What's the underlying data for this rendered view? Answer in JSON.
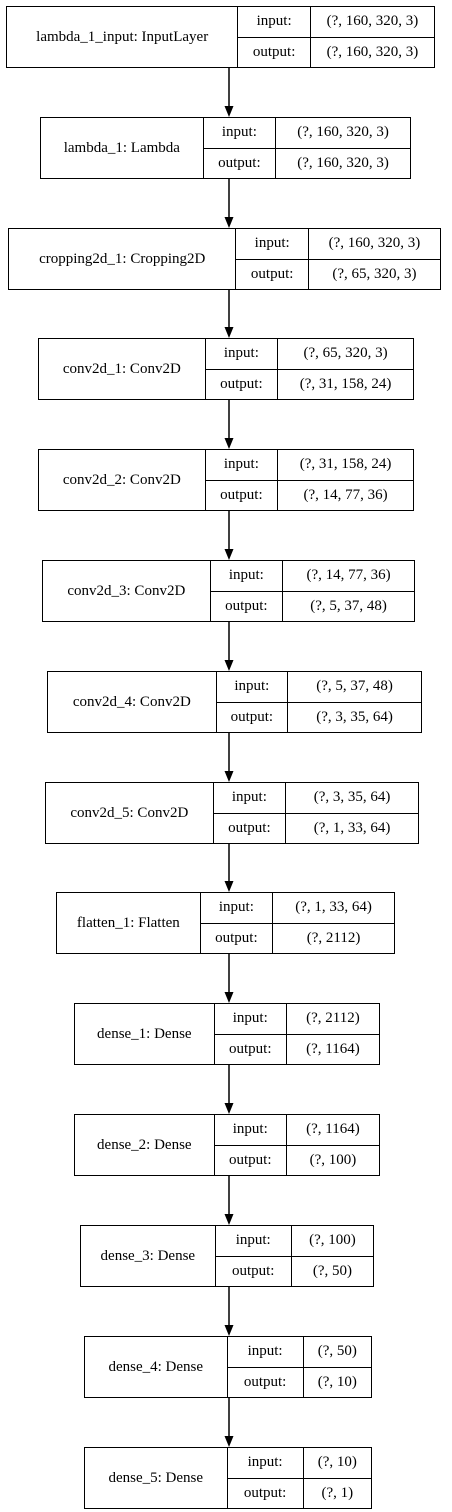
{
  "labels": {
    "input": "input:",
    "output": "output:"
  },
  "layers": [
    {
      "name": "lambda_1_input: InputLayer",
      "input": "(?, 160, 320, 3)",
      "output": "(?, 160, 320, 3)"
    },
    {
      "name": "lambda_1: Lambda",
      "input": "(?, 160, 320, 3)",
      "output": "(?, 160, 320, 3)"
    },
    {
      "name": "cropping2d_1: Cropping2D",
      "input": "(?, 160, 320, 3)",
      "output": "(?, 65, 320, 3)"
    },
    {
      "name": "conv2d_1: Conv2D",
      "input": "(?, 65, 320, 3)",
      "output": "(?, 31, 158, 24)"
    },
    {
      "name": "conv2d_2: Conv2D",
      "input": "(?, 31, 158, 24)",
      "output": "(?, 14, 77, 36)"
    },
    {
      "name": "conv2d_3: Conv2D",
      "input": "(?, 14, 77, 36)",
      "output": "(?, 5, 37, 48)"
    },
    {
      "name": "conv2d_4: Conv2D",
      "input": "(?, 5, 37, 48)",
      "output": "(?, 3, 35, 64)"
    },
    {
      "name": "conv2d_5: Conv2D",
      "input": "(?, 3, 35, 64)",
      "output": "(?, 1, 33, 64)"
    },
    {
      "name": "flatten_1: Flatten",
      "input": "(?, 1, 33, 64)",
      "output": "(?, 2112)"
    },
    {
      "name": "dense_1: Dense",
      "input": "(?, 2112)",
      "output": "(?, 1164)"
    },
    {
      "name": "dense_2: Dense",
      "input": "(?, 1164)",
      "output": "(?, 100)"
    },
    {
      "name": "dense_3: Dense",
      "input": "(?, 100)",
      "output": "(?, 50)"
    },
    {
      "name": "dense_4: Dense",
      "input": "(?, 50)",
      "output": "(?, 10)"
    },
    {
      "name": "dense_5: Dense",
      "input": "(?, 10)",
      "output": "(?, 1)"
    }
  ]
}
